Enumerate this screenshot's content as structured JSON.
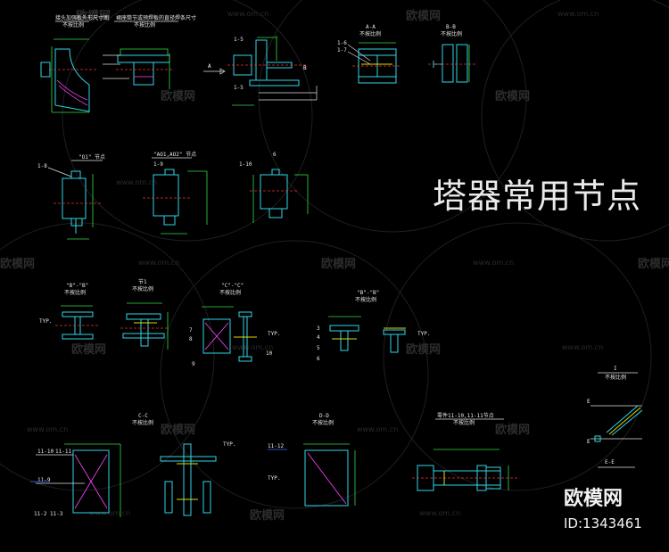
{
  "title": "塔器常用节点",
  "watermarks": [
    {
      "brand": "欧模网",
      "url": "www.om.cn"
    }
  ],
  "logo": {
    "brand": "欧模网",
    "id": "ID:1343461"
  },
  "views": {
    "top1": {
      "title": "接头加强板外形尺寸图",
      "scale": "不按比例"
    },
    "top2": {
      "title": "裙座筒节或预焊板的直径焊条尺寸",
      "scale": "不按比例"
    },
    "top3_arrow": "A",
    "top3_b": "B",
    "a_a": {
      "title": "A-A",
      "scale": "不按比例"
    },
    "b_b": {
      "title": "B-B",
      "scale": "不按比例"
    },
    "o1": {
      "title": "\"O1\" 节点"
    },
    "ao1": {
      "title": "\"AO1,AO2\" 节点"
    },
    "six": {
      "title": "6"
    },
    "bb_q": {
      "title": "\"B\"-\"B\"",
      "scale": "不按比例"
    },
    "n1": {
      "title": "节1",
      "scale": "不按比例"
    },
    "cc_q": {
      "title": "\"C\"-\"C\"",
      "scale": "不按比例"
    },
    "bb2": {
      "title": "\"B\"-\"B\"",
      "scale": "不按比例"
    },
    "i_view": {
      "title": "I",
      "scale": "不按比例"
    },
    "e_e": {
      "title": "E-E"
    },
    "c_c": {
      "title": "C-C",
      "scale": "不按比例"
    },
    "d_d": {
      "title": "D-D",
      "scale": "不按比例"
    },
    "bolt": {
      "title": "零件11-10,11-11节点",
      "scale": "不按比例"
    }
  },
  "labels": {
    "l1_5": "1-5",
    "l1_6": "1-6",
    "l1_7": "1-7",
    "l1_8": "1-8",
    "l1_9": "1-9",
    "l1_10": "1-10",
    "l11_10": "11-10",
    "l11_11": "11-11",
    "l11_9": "11-9",
    "l11_2": "11-2",
    "l11_3": "11-3",
    "l11_12": "11-12",
    "typ": "TYP.",
    "n7": "7",
    "n8": "8",
    "n9": "9",
    "n10": "10",
    "n3": "3",
    "n4": "4",
    "n5": "5",
    "n6": "6",
    "e1": "E",
    "e2": "E",
    "b_label": "B"
  },
  "colors": {
    "cyan": "#32d6e6",
    "green": "#33dd44",
    "red": "#ee3333",
    "yellow": "#e6d800",
    "magenta": "#ff44ff",
    "blue": "#3b6bff"
  }
}
